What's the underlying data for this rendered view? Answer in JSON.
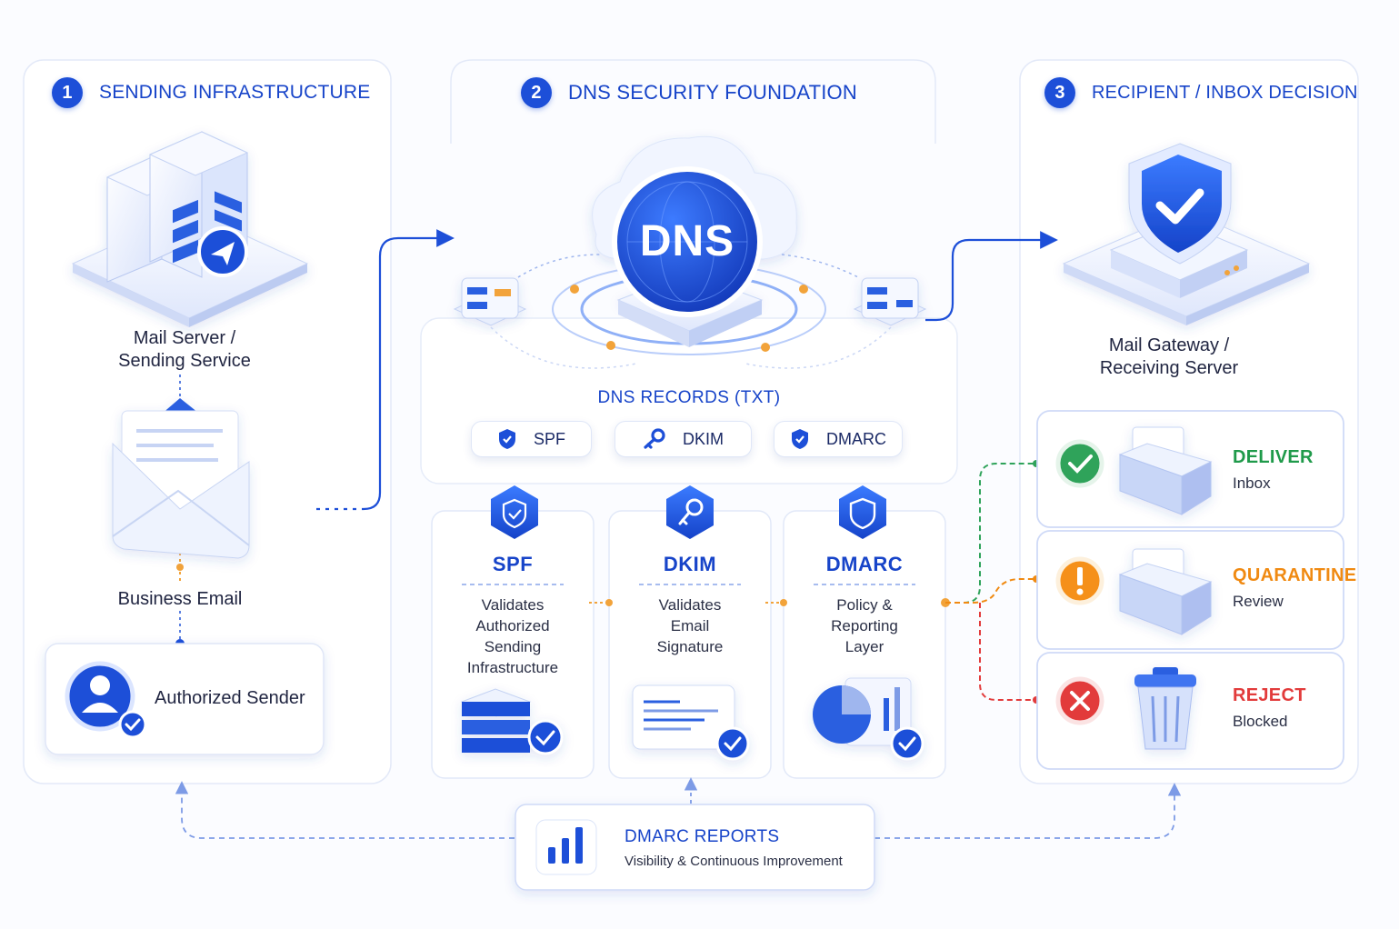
{
  "sections": [
    {
      "number": "1",
      "title": "SENDING INFRASTRUCTURE"
    },
    {
      "number": "2",
      "title": "DNS SECURITY FOUNDATION"
    },
    {
      "number": "3",
      "title": "RECIPIENT / INBOX DECISION"
    }
  ],
  "sending": {
    "mail_server_line1": "Mail Server /",
    "mail_server_line2": "Sending Service",
    "business_email": "Business Email",
    "authorized_sender": "Authorized Sender"
  },
  "dns": {
    "badge": "DNS",
    "records_title": "DNS RECORDS (TXT)",
    "pills": [
      "SPF",
      "DKIM",
      "DMARC"
    ]
  },
  "records": [
    {
      "title": "SPF",
      "lines": [
        "Validates",
        "Authorized",
        "Sending",
        "Infrastructure"
      ]
    },
    {
      "title": "DKIM",
      "lines": [
        "Validates",
        "Email",
        "Signature"
      ]
    },
    {
      "title": "DMARC",
      "lines": [
        "Policy &",
        "Reporting",
        "Layer"
      ]
    }
  ],
  "recipient": {
    "gateway_line1": "Mail Gateway /",
    "gateway_line2": "Receiving Server"
  },
  "decisions": [
    {
      "title": "DELIVER",
      "subtitle": "Inbox",
      "color": "#1f9a4a"
    },
    {
      "title": "QUARANTINE",
      "subtitle": "Review",
      "color": "#f08a12"
    },
    {
      "title": "REJECT",
      "subtitle": "Blocked",
      "color": "#e23b3b"
    }
  ],
  "reports": {
    "title": "DMARC REPORTS",
    "subtitle": "Visibility & Continuous Improvement"
  },
  "colors": {
    "accent": "#1d4fd8",
    "deliver": "#1f9a4a",
    "quarantine": "#f08a12",
    "reject": "#e23b3b",
    "connector": "#f2a33a"
  }
}
